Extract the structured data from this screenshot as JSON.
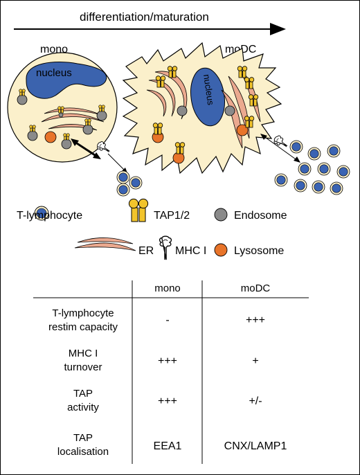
{
  "diagram": {
    "arrow_label": "differentiation/maturation",
    "left_cell": {
      "label": "mono",
      "nucleus_label": "nucleus"
    },
    "right_cell": {
      "label": "moDC",
      "nucleus_label": "nucleus"
    }
  },
  "legend": [
    {
      "icon": "t-lymphocyte-icon",
      "label": "T-lymphocyte"
    },
    {
      "icon": "tap-icon",
      "label": "TAP1/2"
    },
    {
      "icon": "endosome-icon",
      "label": "Endosome"
    },
    {
      "icon": "er-icon",
      "label": "ER"
    },
    {
      "icon": "mhc-icon",
      "label": "MHC I"
    },
    {
      "icon": "lysosome-icon",
      "label": "Lysosome"
    }
  ],
  "table": {
    "columns": [
      "mono",
      "moDC"
    ],
    "rows": [
      {
        "label_line1": "T-lymphocyte",
        "label_line2": "restim capacity",
        "mono": "-",
        "modc": "+++"
      },
      {
        "label_line1": "MHC I",
        "label_line2": "turnover",
        "mono": "+++",
        "modc": "+"
      },
      {
        "label_line1": "TAP",
        "label_line2": "activity",
        "mono": "+++",
        "modc": "+/-"
      },
      {
        "label_line1": "TAP",
        "label_line2": "localisation",
        "mono": "EEA1",
        "modc": "CNX/LAMP1"
      }
    ]
  },
  "colors": {
    "cytoplasm": "#fbf0cb",
    "nucleus": "#3b63ae",
    "endosome": "#8a8a8a",
    "lysosome": "#e8742a",
    "tap": "#f2c42c",
    "er": "#eba98f",
    "tcell_fill": "#3a63b3",
    "tcell_ring": "#fbf0cb"
  }
}
